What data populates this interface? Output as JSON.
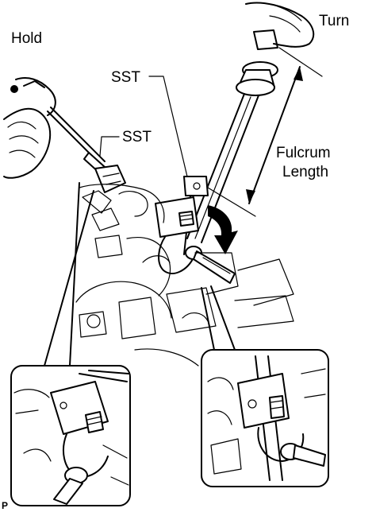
{
  "labels": {
    "hold": "Hold",
    "turn": "Turn",
    "sst_upper": "SST",
    "sst_lower": "SST",
    "fulcrum_line1": "Fulcrum",
    "fulcrum_line2": "Length",
    "ref_code": "P"
  },
  "colors": {
    "line": "#000000",
    "background": "#ffffff"
  }
}
